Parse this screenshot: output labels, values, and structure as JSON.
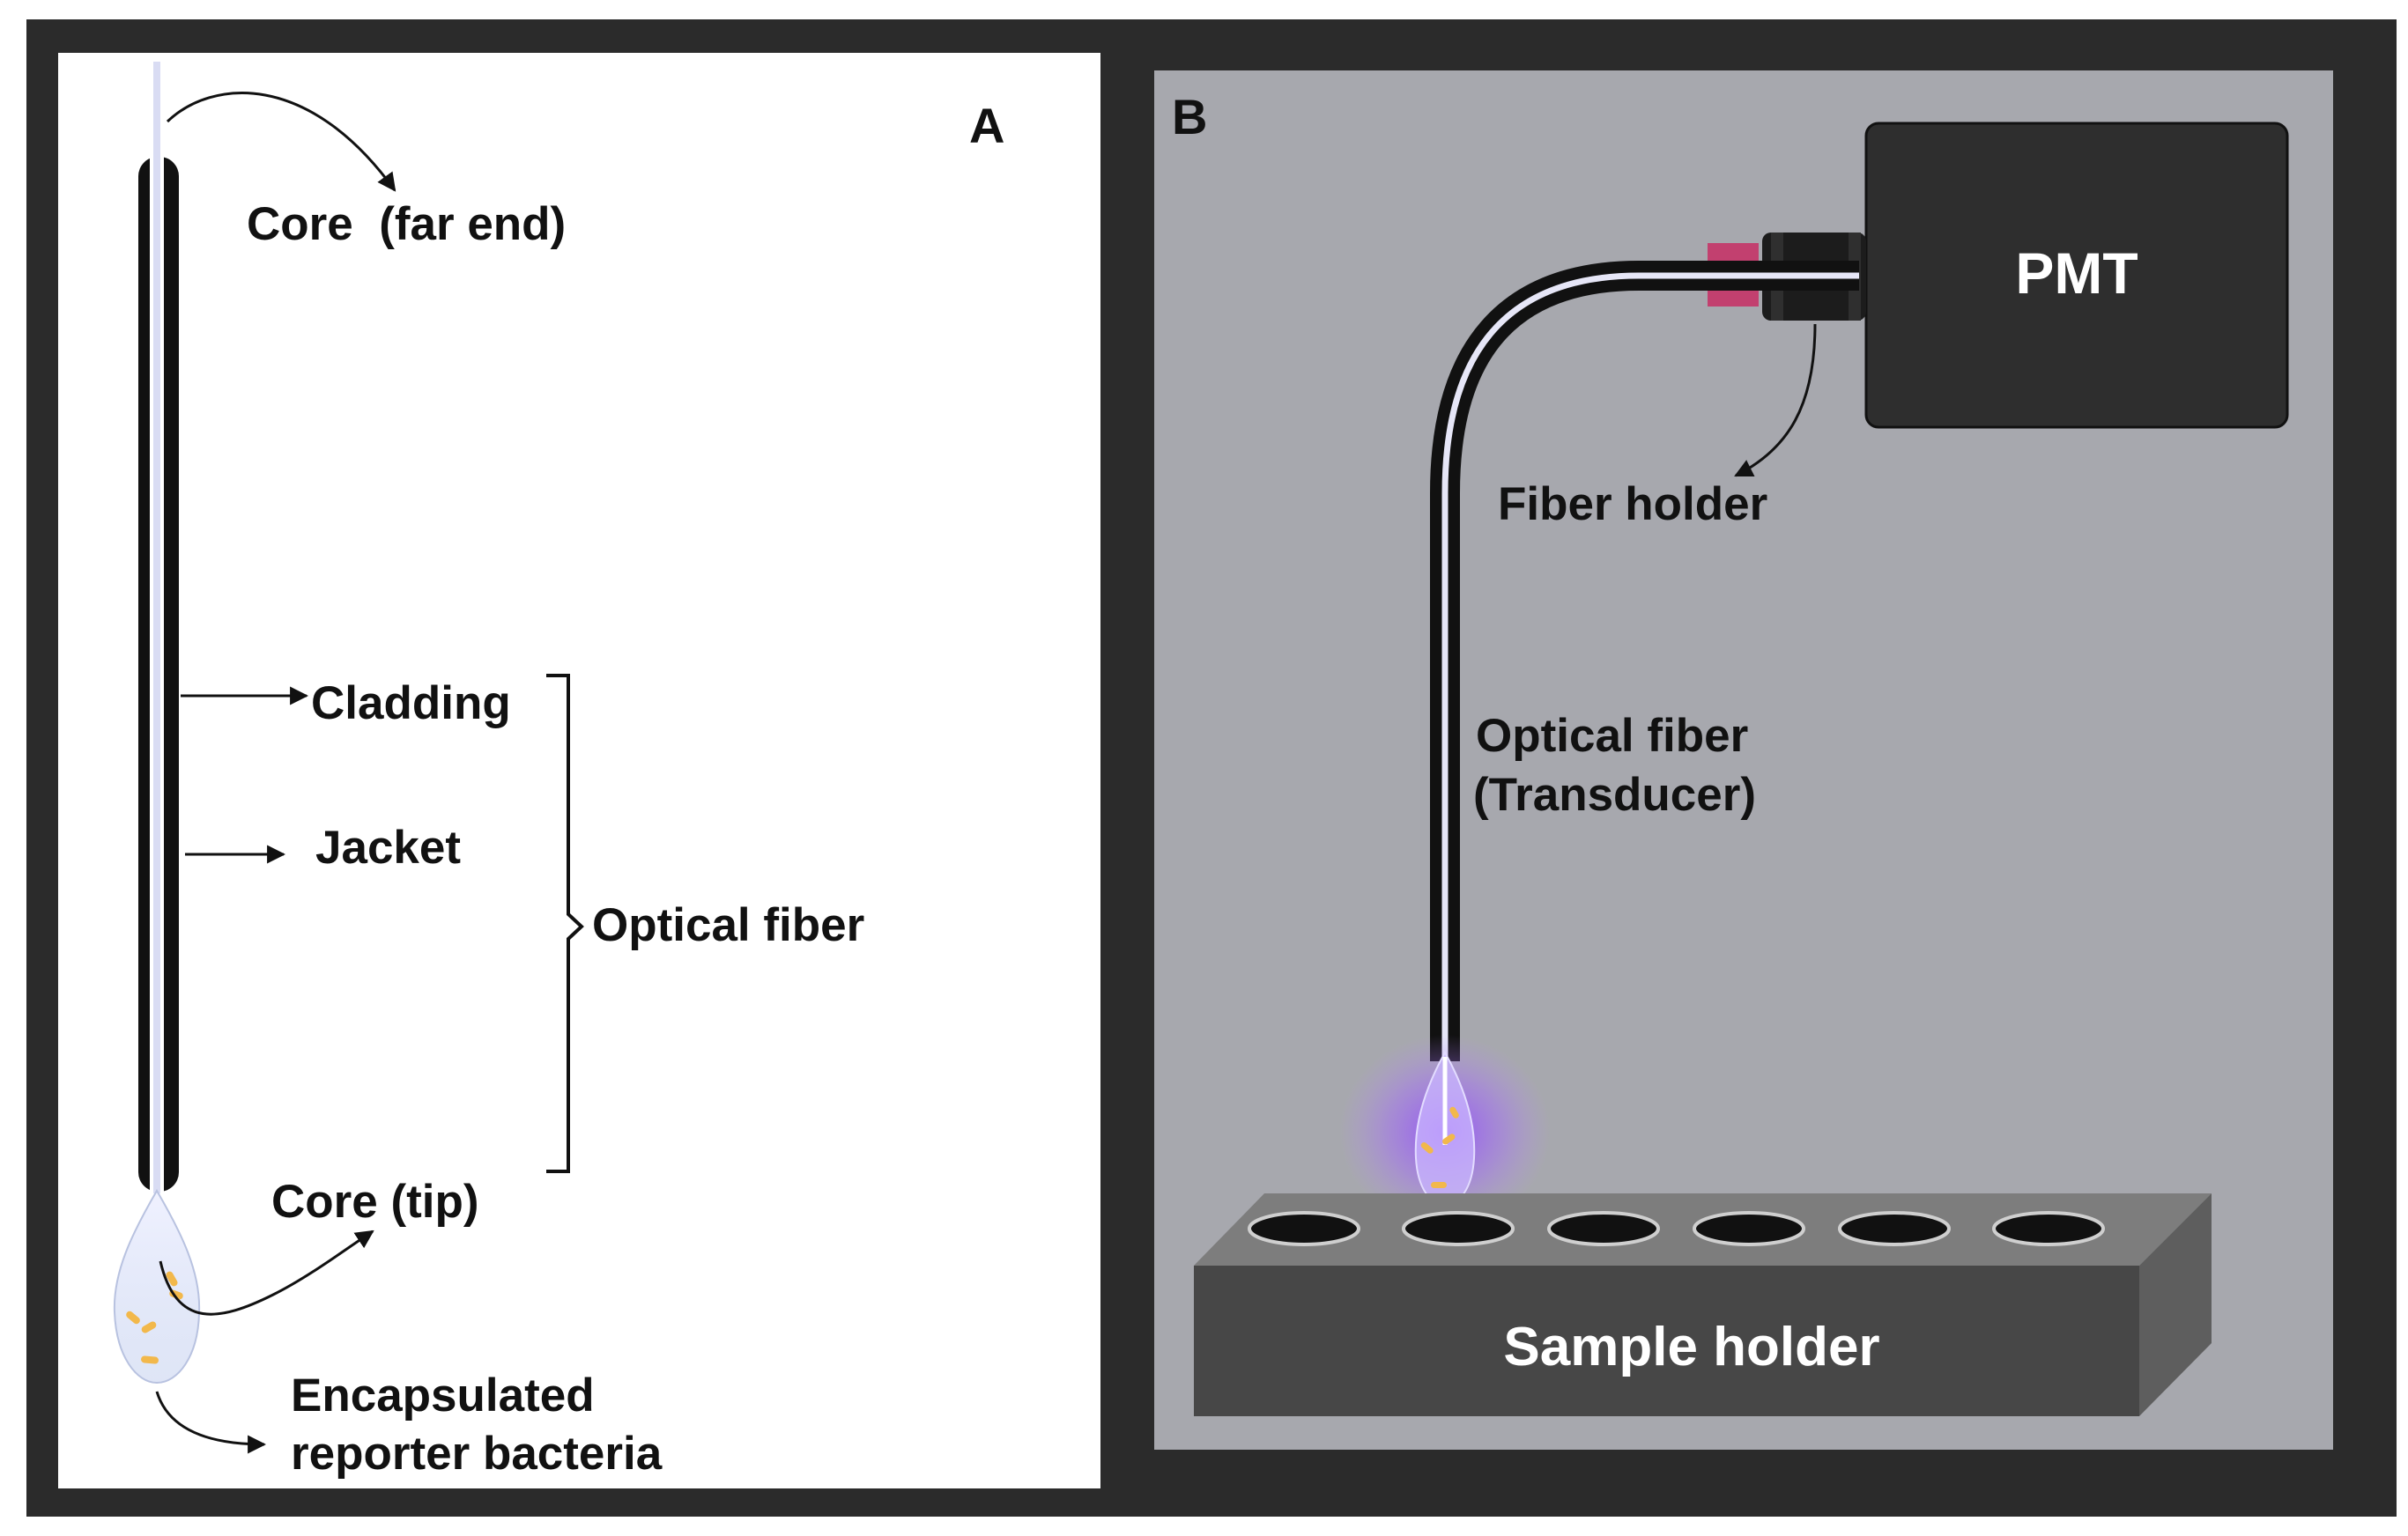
{
  "panel_a": {
    "letter": "A",
    "labels": {
      "core_far_end": "Core  (far end)",
      "cladding": "Cladding",
      "jacket": "Jacket",
      "optical_fiber": "Optical fiber",
      "core_tip": "Core (tip)",
      "encapsulated_line1": "Encapsulated",
      "encapsulated_line2": "reporter bacteria"
    }
  },
  "panel_b": {
    "letter": "B",
    "labels": {
      "pmt": "PMT",
      "fiber_holder": "Fiber holder",
      "optical_fiber_line1": "Optical fiber",
      "optical_fiber_line2": "(Transducer)",
      "sample_holder": "Sample holder"
    },
    "wells": 6
  },
  "colors": {
    "frame": "#2b2b2b",
    "panel_a_bg": "#ffffff",
    "panel_b_bg": "#a7a8ae",
    "pmt_box": "#2e2e2e",
    "fiber_jacket": "#111111",
    "fiber_core": "#e6e6f7",
    "connector_pink": "#c2406f",
    "glow": "#9b5de5",
    "bacteria": "#f2b84b",
    "holder_front": "#474747",
    "holder_top": "#7d7d7d",
    "holder_side": "#5e5e5e"
  }
}
